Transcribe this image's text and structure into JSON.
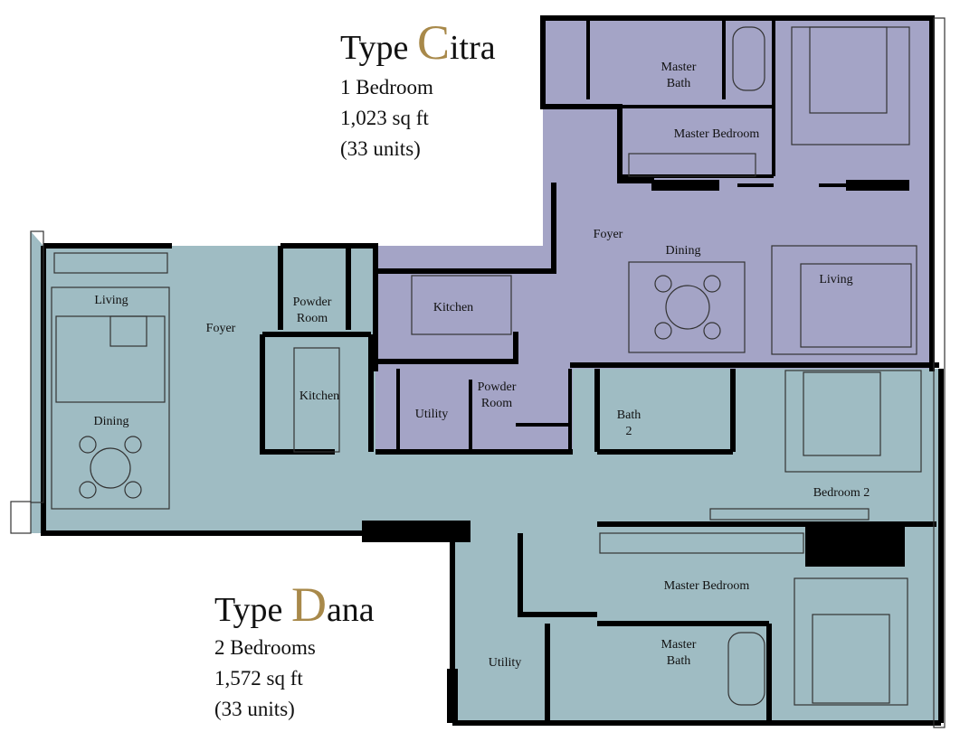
{
  "units": {
    "citra": {
      "type_prefix": "Type ",
      "type_initial": "C",
      "type_rest": "itra",
      "bedrooms": "1 Bedroom",
      "area": "1,023 sq ft",
      "units": "(33 units)",
      "fill": "#a4a4c6"
    },
    "dana": {
      "type_prefix": "Type ",
      "type_initial": "D",
      "type_rest": "ana",
      "bedrooms": "2 Bedrooms",
      "area": "1,572 sq ft",
      "units": "(33 units)",
      "fill": "#9fbcc3"
    }
  },
  "rooms": {
    "citra": {
      "master_bath_1": "Master",
      "master_bath_2": "Bath",
      "master_bedroom": "Master Bedroom",
      "foyer": "Foyer",
      "dining": "Dining",
      "living": "Living",
      "kitchen": "Kitchen",
      "utility": "Utility",
      "powder_room_1": "Powder",
      "powder_room_2": "Room"
    },
    "dana": {
      "living": "Living",
      "dining": "Dining",
      "foyer": "Foyer",
      "powder_room_1": "Powder",
      "powder_room_2": "Room",
      "kitchen": "Kitchen",
      "bath2_1": "Bath",
      "bath2_2": "2",
      "bedroom2": "Bedroom 2",
      "master_bedroom": "Master Bedroom",
      "master_bath_1": "Master",
      "master_bath_2": "Bath",
      "utility": "Utility"
    }
  },
  "colors": {
    "accent_gold": "#a8894a",
    "wall": "#000000"
  }
}
